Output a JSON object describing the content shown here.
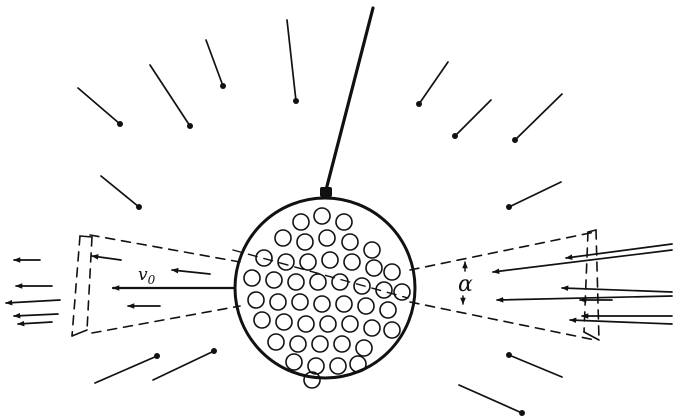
{
  "labels": {
    "velocity": "v",
    "velocity_subscript": "0",
    "angle": "α"
  },
  "colors": {
    "ink": "#111111",
    "background": "#ffffff"
  }
}
